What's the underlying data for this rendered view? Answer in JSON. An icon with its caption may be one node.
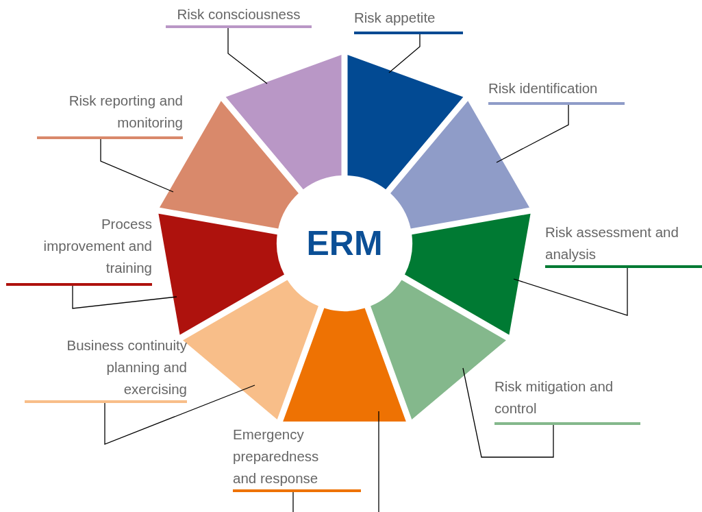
{
  "diagram": {
    "nodes": [
      {
        "text": [
          "ERM"
        ]
      },
      {
        "text": [],
        "shape": "wedge"
      },
      {
        "text": [],
        "shape": "wedge"
      },
      {
        "text": [],
        "shape": "wedge"
      },
      {
        "text": [],
        "shape": "wedge"
      },
      {
        "text": [],
        "shape": "wedge"
      },
      {
        "text": [],
        "shape": "wedge"
      },
      {
        "text": [],
        "shape": "wedge"
      },
      {
        "text": [],
        "shape": "wedge"
      },
      {
        "text": [],
        "shape": "wedge"
      },
      {
        "text": [
          "Risk appetite"
        ]
      },
      {
        "text": [
          "Risk identification"
        ]
      },
      {
        "text": [
          "Risk assessment and analysis"
        ]
      },
      {
        "text": [
          "Risk mitigation and control"
        ]
      },
      {
        "text": [
          "Emergency preparedness and response"
        ]
      },
      {
        "text": [
          "Business continuity planning and exercising"
        ]
      },
      {
        "text": [
          "Process improvement and training"
        ]
      },
      {
        "text": [
          "Risk reporting and monitoring"
        ]
      },
      {
        "text": [
          "Risk consciousness"
        ]
      }
    ],
    "edges": [
      {
        "from": 10,
        "to": 1,
        "arrow": "none"
      },
      {
        "from": 11,
        "to": 2,
        "arrow": "none"
      },
      {
        "from": 12,
        "to": 3,
        "arrow": "none"
      },
      {
        "from": 13,
        "to": 4,
        "arrow": "none"
      },
      {
        "from": 14,
        "to": 5,
        "arrow": "none"
      },
      {
        "from": 15,
        "to": 6,
        "arrow": "none"
      },
      {
        "from": 16,
        "to": 7,
        "arrow": "none"
      },
      {
        "from": 17,
        "to": 8,
        "arrow": "none"
      },
      {
        "from": 18,
        "to": 9,
        "arrow": "none"
      }
    ]
  }
}
